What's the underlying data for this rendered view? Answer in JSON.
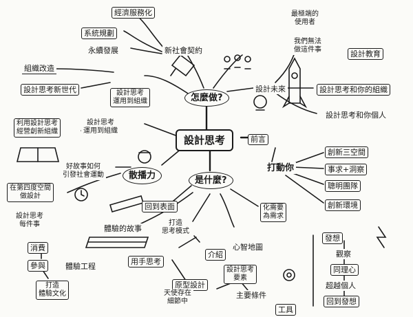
{
  "center": "設計思考",
  "prompts": {
    "how": "怎麼做?",
    "what": "是什麼?",
    "foreword": "前言"
  },
  "top_left": {
    "service_economy": "經濟服務化",
    "system_planning": "系統規劃",
    "sustainability": "永續發展",
    "new_social_contract": "新社會契約"
  },
  "left": {
    "org_change": "組織改造",
    "new_generation": "設計思考新世代",
    "apply_to_org_1": "設計思考\n運用到組織",
    "innovate_business": "利用設計思考\n經營創新組織",
    "apply_to_org_2": "設計思考\n運用到組織",
    "spread": "散播力",
    "good_story": "好故事如何\n引發社會運動",
    "fourth_space": "在第四度空間\n做設計",
    "everyday_design": "設計思考\n每件事",
    "back_to_surface": "回到表面",
    "experience_story": "體驗的故事",
    "consume": "消費",
    "participate": "參與",
    "build_experience_culture": "打造\n體驗文化",
    "experience_project": "體驗工程"
  },
  "right": {
    "design_future": "設計未來",
    "extreme_users": "最極端的\n使用者",
    "we_cannot_do_alone": "我們無法\n做這件事",
    "design_education": "設計教育",
    "dt_your_org": "設計思考和你的組織",
    "dt_and_you": "設計思考和你個人",
    "inspire_you": "打動你",
    "innovation_space": "創新三空間",
    "needs_insight": "事求+洞察",
    "smart_group": "聰明團隊",
    "innovation_environment": "創新環境",
    "convert_needs": "化需要\n為需求",
    "mind_map": "心智地圖",
    "diverge": "發想",
    "observe": "觀察",
    "empathy": "同理心",
    "beyond_individual": "超越個人",
    "back_to_idea": "回到發想"
  },
  "bottom": {
    "build_thinking_mode": "打造\n思考模式",
    "intro": "介紹",
    "think_with_hands": "用手思考",
    "prototype_design": "原型設計",
    "angels_in_details": "天使存在\n細節中",
    "dt_elements": "設計思考\n要素",
    "main_conditions": "主要條件",
    "tools": "工具"
  }
}
